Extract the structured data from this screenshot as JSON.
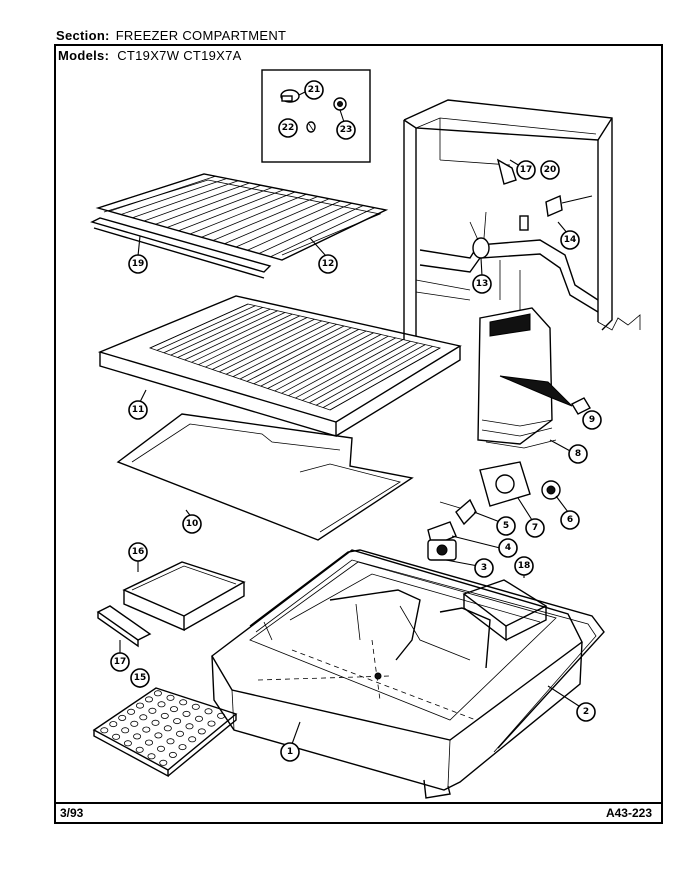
{
  "header": {
    "section_label": "Section:",
    "section_value": "FREEZER COMPARTMENT",
    "models_label": "Models:",
    "models_value": "CT19X7W CT19X7A"
  },
  "footer": {
    "date_code": "3/93",
    "drawing_number": "A43-223"
  },
  "callouts": [
    "1",
    "2",
    "3",
    "4",
    "5",
    "6",
    "7",
    "8",
    "9",
    "10",
    "11",
    "12",
    "13",
    "14",
    "15",
    "16",
    "17",
    "18",
    "19",
    "20",
    "21",
    "22",
    "23"
  ]
}
